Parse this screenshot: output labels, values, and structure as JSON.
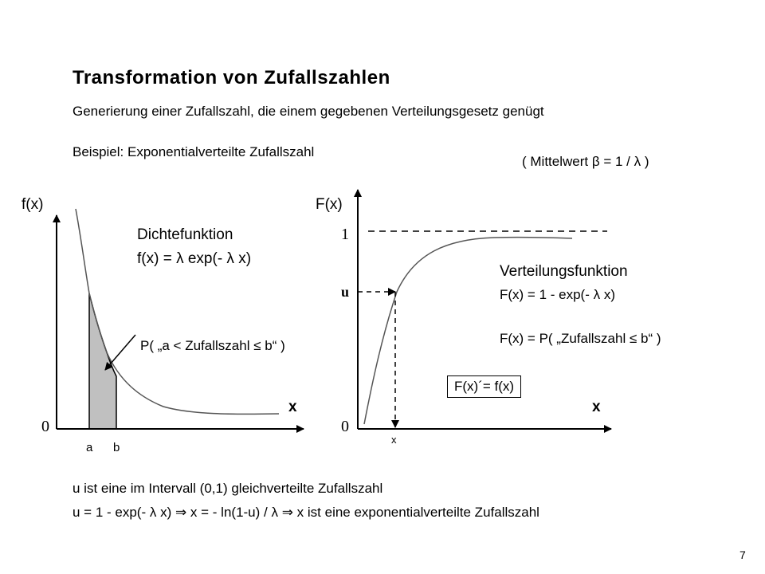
{
  "title": "Transformation von Zufallszahlen",
  "subtitle": "Generierung einer Zufallszahl, die einem gegebenen Verteilungsgesetz genügt",
  "example": "Beispiel: Exponentialverteilte Zufallszahl",
  "mean_note": "( Mittelwert  β = 1 /  λ  )",
  "left_plot": {
    "y_label": "f(x)",
    "x_label": "x",
    "origin": "0",
    "a_label": "a",
    "b_label": "b",
    "curve_title": "Dichtefunktion",
    "curve_formula": "f(x) =  λ  exp(-  λ  x)",
    "prob_label": "P( „a < Zufallszahl  ≤  b“ )"
  },
  "right_plot": {
    "y_label": "F(x)",
    "x_label": "x",
    "origin": "0",
    "one": "1",
    "u": "u",
    "x_small": "x",
    "curve_title": "Verteilungsfunktion",
    "formula1": "F(x)  =  1 - exp(-  λ  x)",
    "formula2": "F(x)  = P( „Zufallszahl  ≤  b“ )",
    "derivative": "F(x)´= f(x)"
  },
  "bottom_line1": "u ist eine im Intervall (0,1) gleichverteilte Zufallszahl",
  "bottom_line2": "u = 1 - exp(-  λ  x)   ⇒   x = - ln(1-u) /  λ   ⇒    x ist eine exponentialverteilte Zufallszahl",
  "page_number": "7"
}
